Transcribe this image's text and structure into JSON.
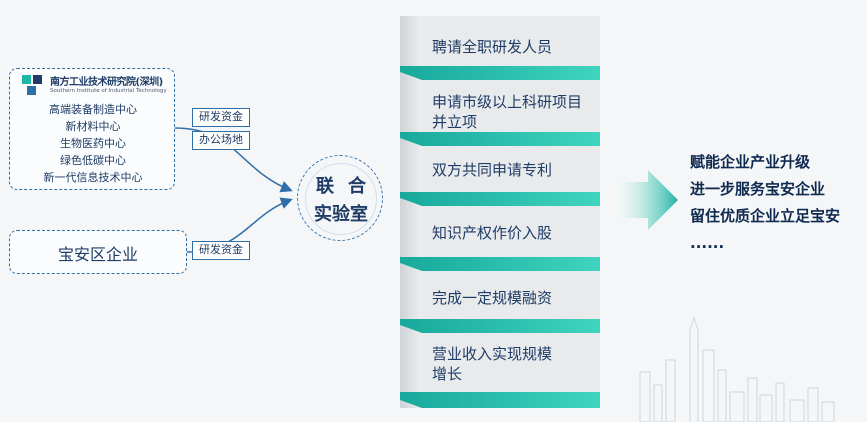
{
  "institute": {
    "name": "南方工业技术研究院(深圳)",
    "name_en": "Southern Institute of Industrial Technology",
    "centers": [
      "高端装备制造中心",
      "新材料中心",
      "生物医药中心",
      "绿色低碳中心",
      "新一代信息技术中心"
    ]
  },
  "district": {
    "label": "宝安区企业"
  },
  "tags": {
    "fund1": "研发资金",
    "site": "办公场地",
    "fund2": "研发资金"
  },
  "lab": {
    "line1": "联合",
    "line2": "实验室"
  },
  "steps": [
    "聘请全职研发人员",
    "申请市级以上科研项目并立项",
    "双方共同申请专利",
    "知识产权作价入股",
    "完成一定规模融资",
    "营业收入实现规模增长"
  ],
  "outcomes": [
    "赋能企业产业升级",
    "进一步服务宝安企业",
    "留住优质企业立足宝安",
    "......"
  ],
  "colors": {
    "navy": "#1f3c66",
    "blue": "#2f6fa8",
    "teal": "#1fb6a6",
    "grey": "#e2e4e6"
  }
}
